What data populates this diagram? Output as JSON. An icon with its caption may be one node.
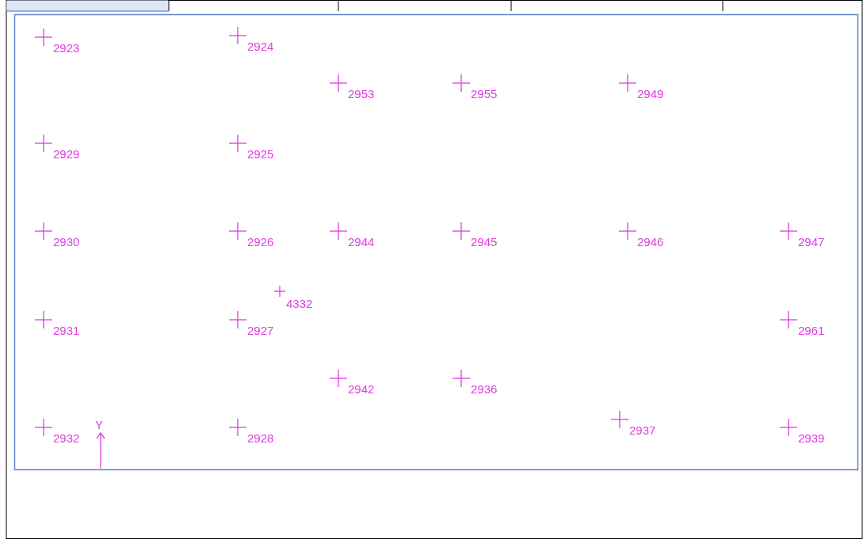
{
  "diagram": {
    "labels": [
      "2923",
      "2924",
      "2953",
      "2955",
      "2949",
      "2929",
      "2925",
      "2930",
      "2926",
      "2944",
      "2945",
      "2946",
      "2947",
      "4332",
      "2931",
      "2927",
      "2961",
      "2942",
      "2936",
      "2932",
      "Y",
      "2928",
      "2937",
      "2939"
    ]
  }
}
